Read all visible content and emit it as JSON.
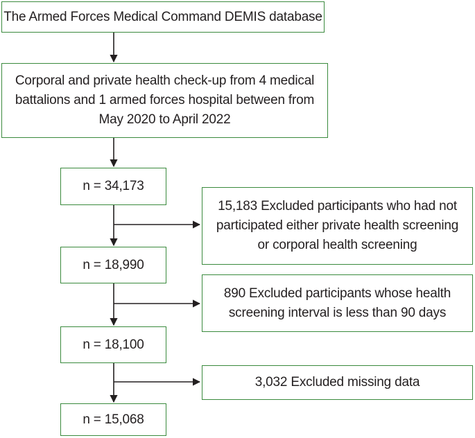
{
  "boxes": {
    "source": "The Armed Forces Medical Command DEMIS database",
    "checkup": "Corporal and private health check-up from 4 medical battalions and 1 armed forces hospital between from May 2020 to April 2022",
    "n1": "n = 34,173",
    "n2": "n = 18,990",
    "n3": "n = 18,100",
    "n4": "n = 15,068"
  },
  "exclusions": {
    "ex1": "15,183 Excluded participants who had not participated either private health screening or corporal health screening",
    "ex2": "890 Excluded participants whose health screening interval is less than 90 days",
    "ex3": "3,032 Excluded missing data"
  },
  "colors": {
    "box_border": "#3a8a3d",
    "arrow": "#231f20",
    "text": "#231f20"
  }
}
